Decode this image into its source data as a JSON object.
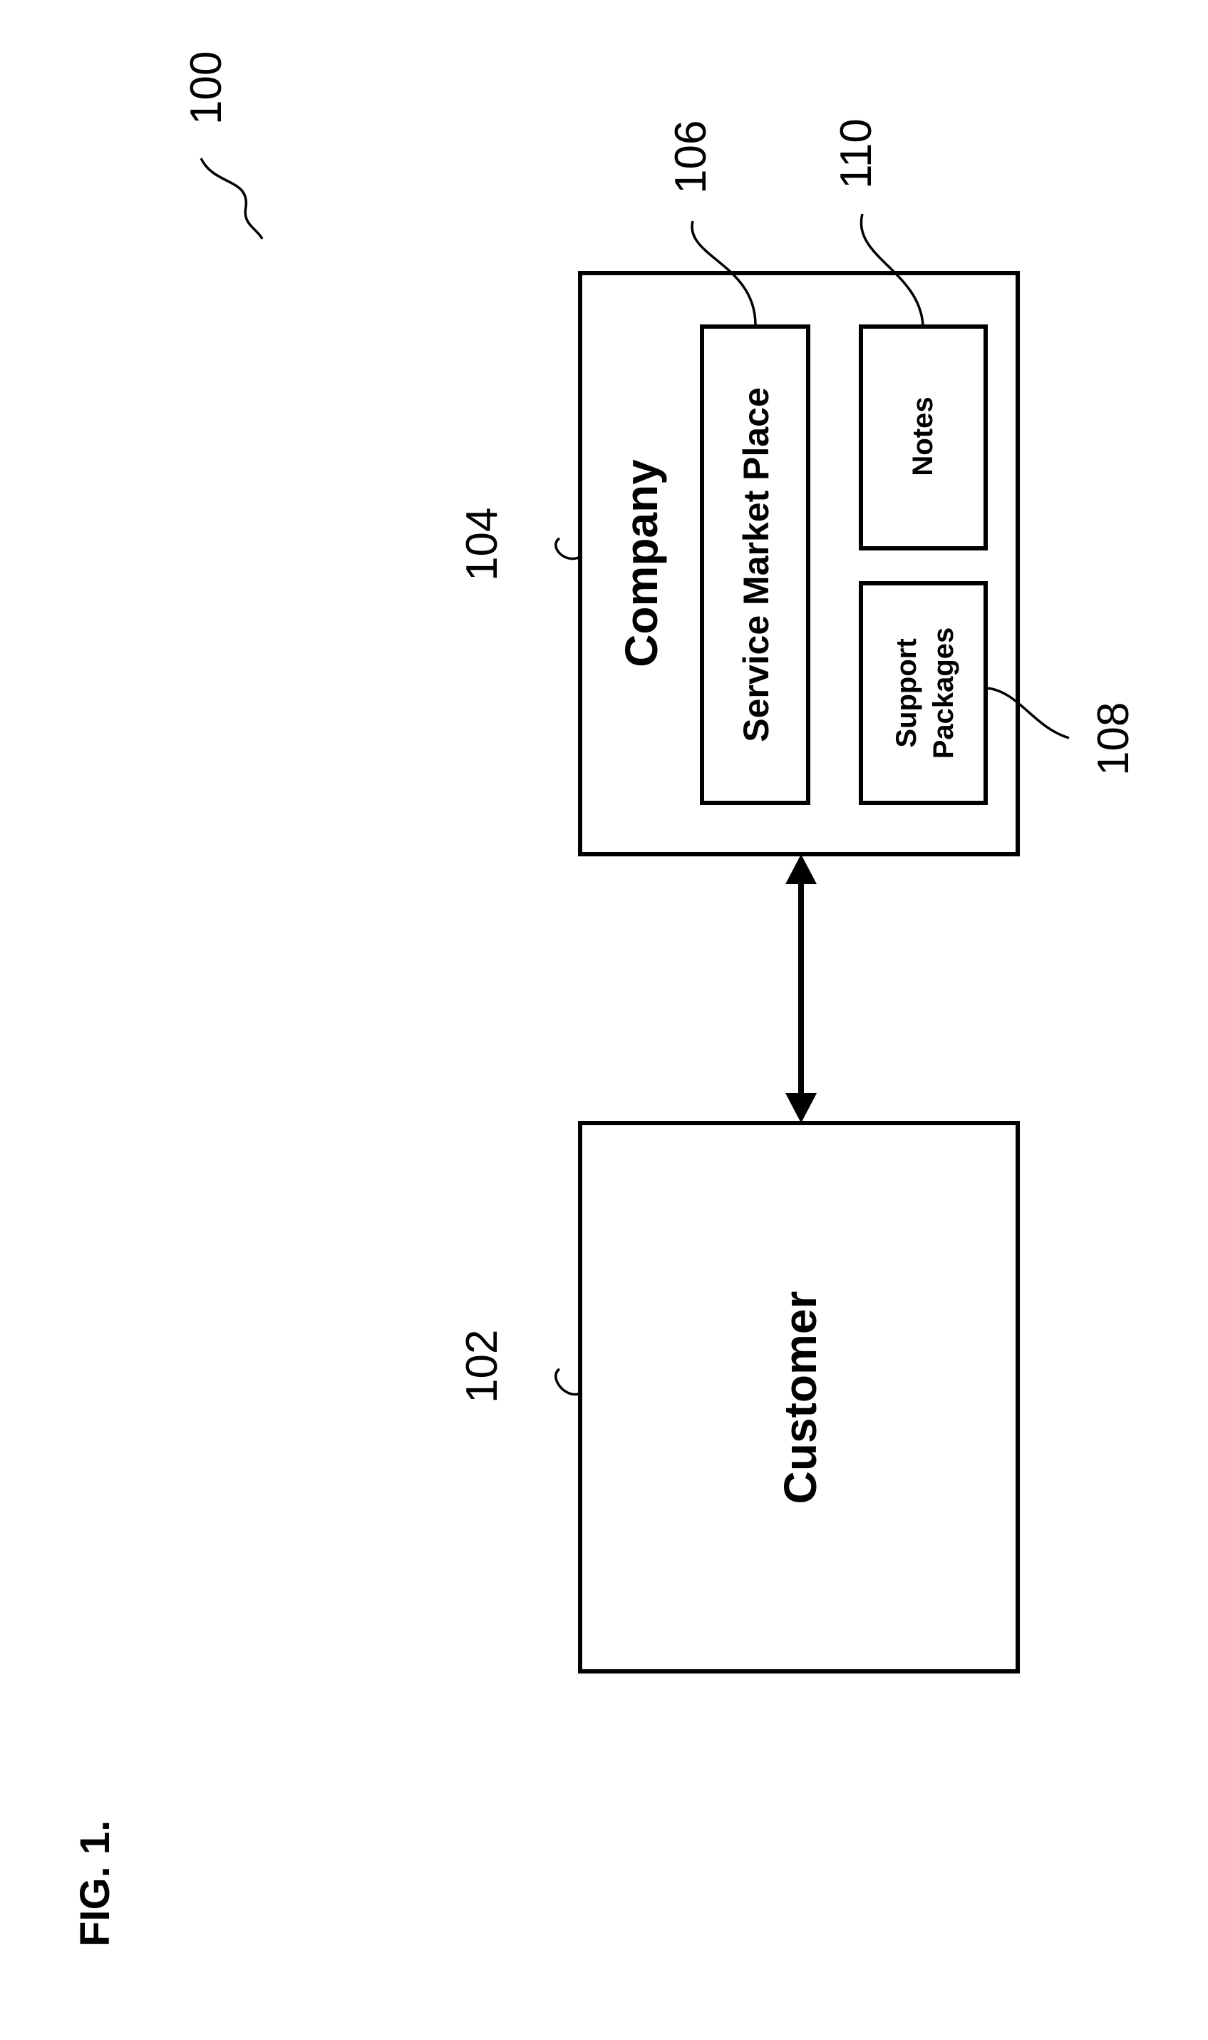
{
  "figure": {
    "label": "FIG. 1.",
    "ref": "100"
  },
  "customer": {
    "label": "Customer",
    "ref": "102"
  },
  "company": {
    "label": "Company",
    "ref": "104"
  },
  "service_market_place": {
    "label": "Service Market Place",
    "ref": "106"
  },
  "support_packages": {
    "line1": "Support",
    "line2": "Packages",
    "ref": "108"
  },
  "notes": {
    "label": "Notes",
    "ref": "110"
  }
}
